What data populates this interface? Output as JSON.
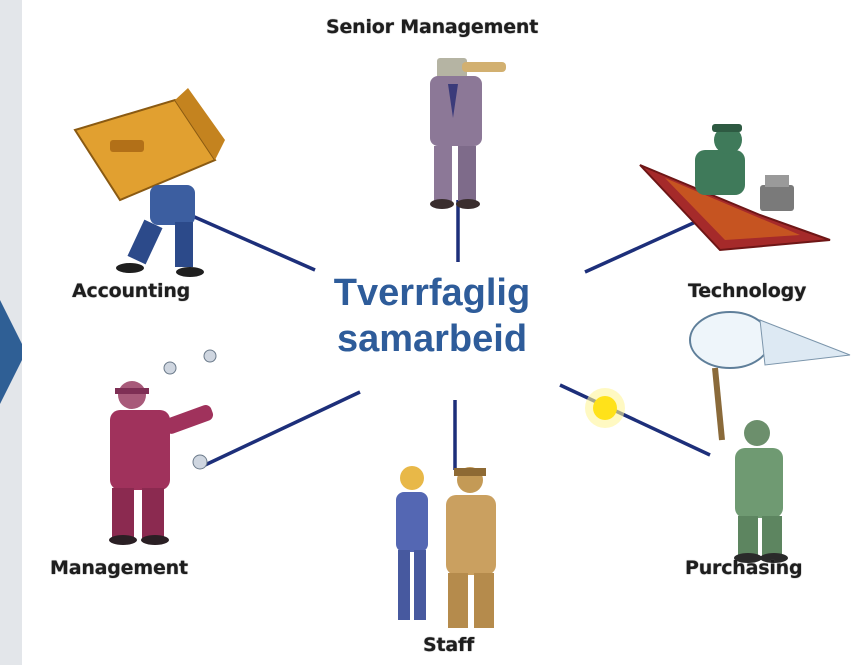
{
  "center": {
    "line1": "Tverrfaglig",
    "line2": "samarbeid"
  },
  "nodes": {
    "senior_management": "Senior Management",
    "accounting": "Accounting",
    "technology": "Technology",
    "management": "Management",
    "purchasing": "Purchasing",
    "staff": "Staff"
  },
  "colors": {
    "connector": "#1d2f7a",
    "title": "#2e5c9a",
    "nav_arrow": "#2f5f95"
  },
  "icons": [
    "left-nav-arrow-icon",
    "sun-icon"
  ]
}
